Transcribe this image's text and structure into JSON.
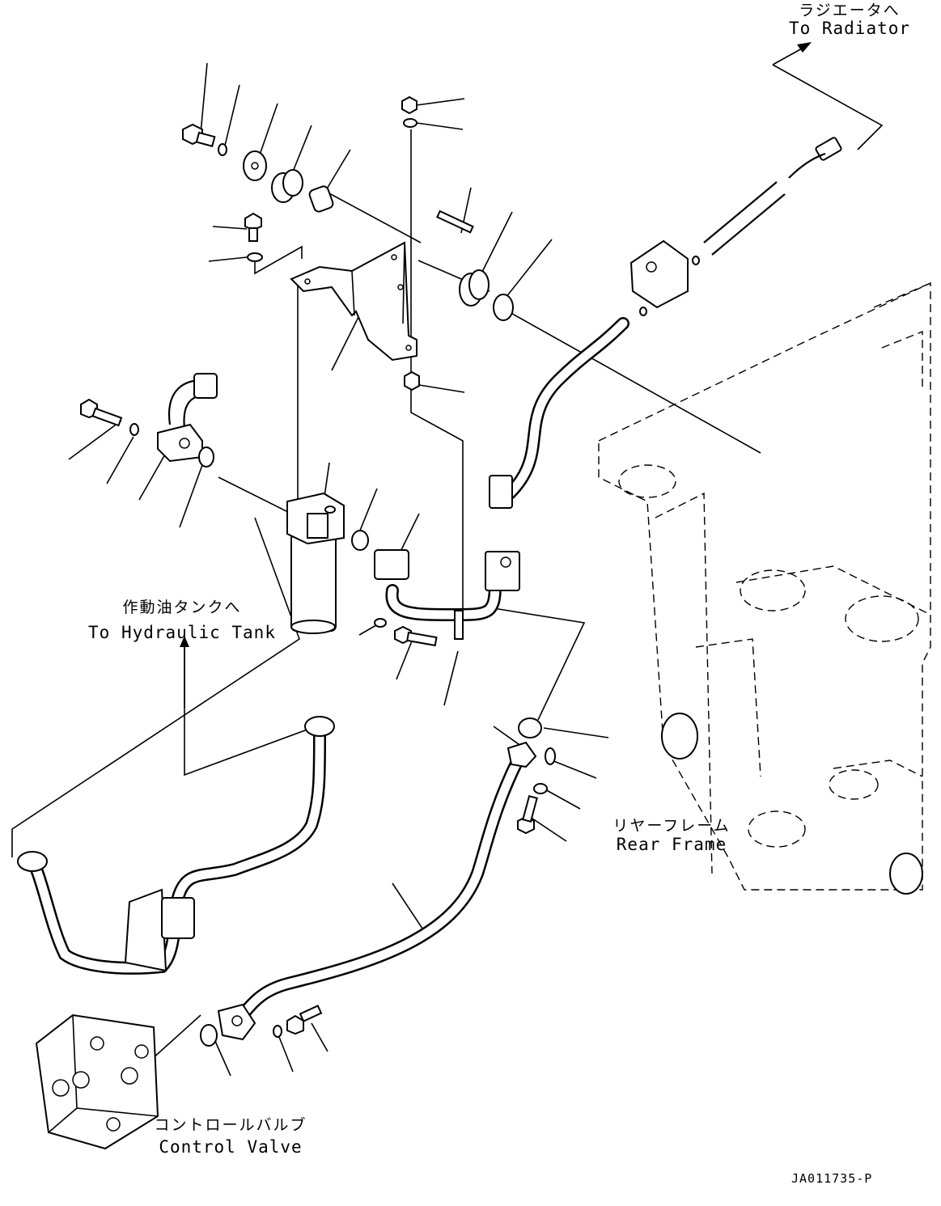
{
  "labels": {
    "radiator": {
      "jp": "ラジエータへ",
      "en": "To Radiator"
    },
    "hydraulic_tank": {
      "jp": "作動油タンクへ",
      "en": "To Hydraulic Tank"
    },
    "rear_frame": {
      "jp": "リヤーフレーム",
      "en": "Rear Frame"
    },
    "control_valve": {
      "jp": "コントロールバルブ",
      "en": "Control Valve"
    }
  },
  "drawing_code": "JA011735-P"
}
